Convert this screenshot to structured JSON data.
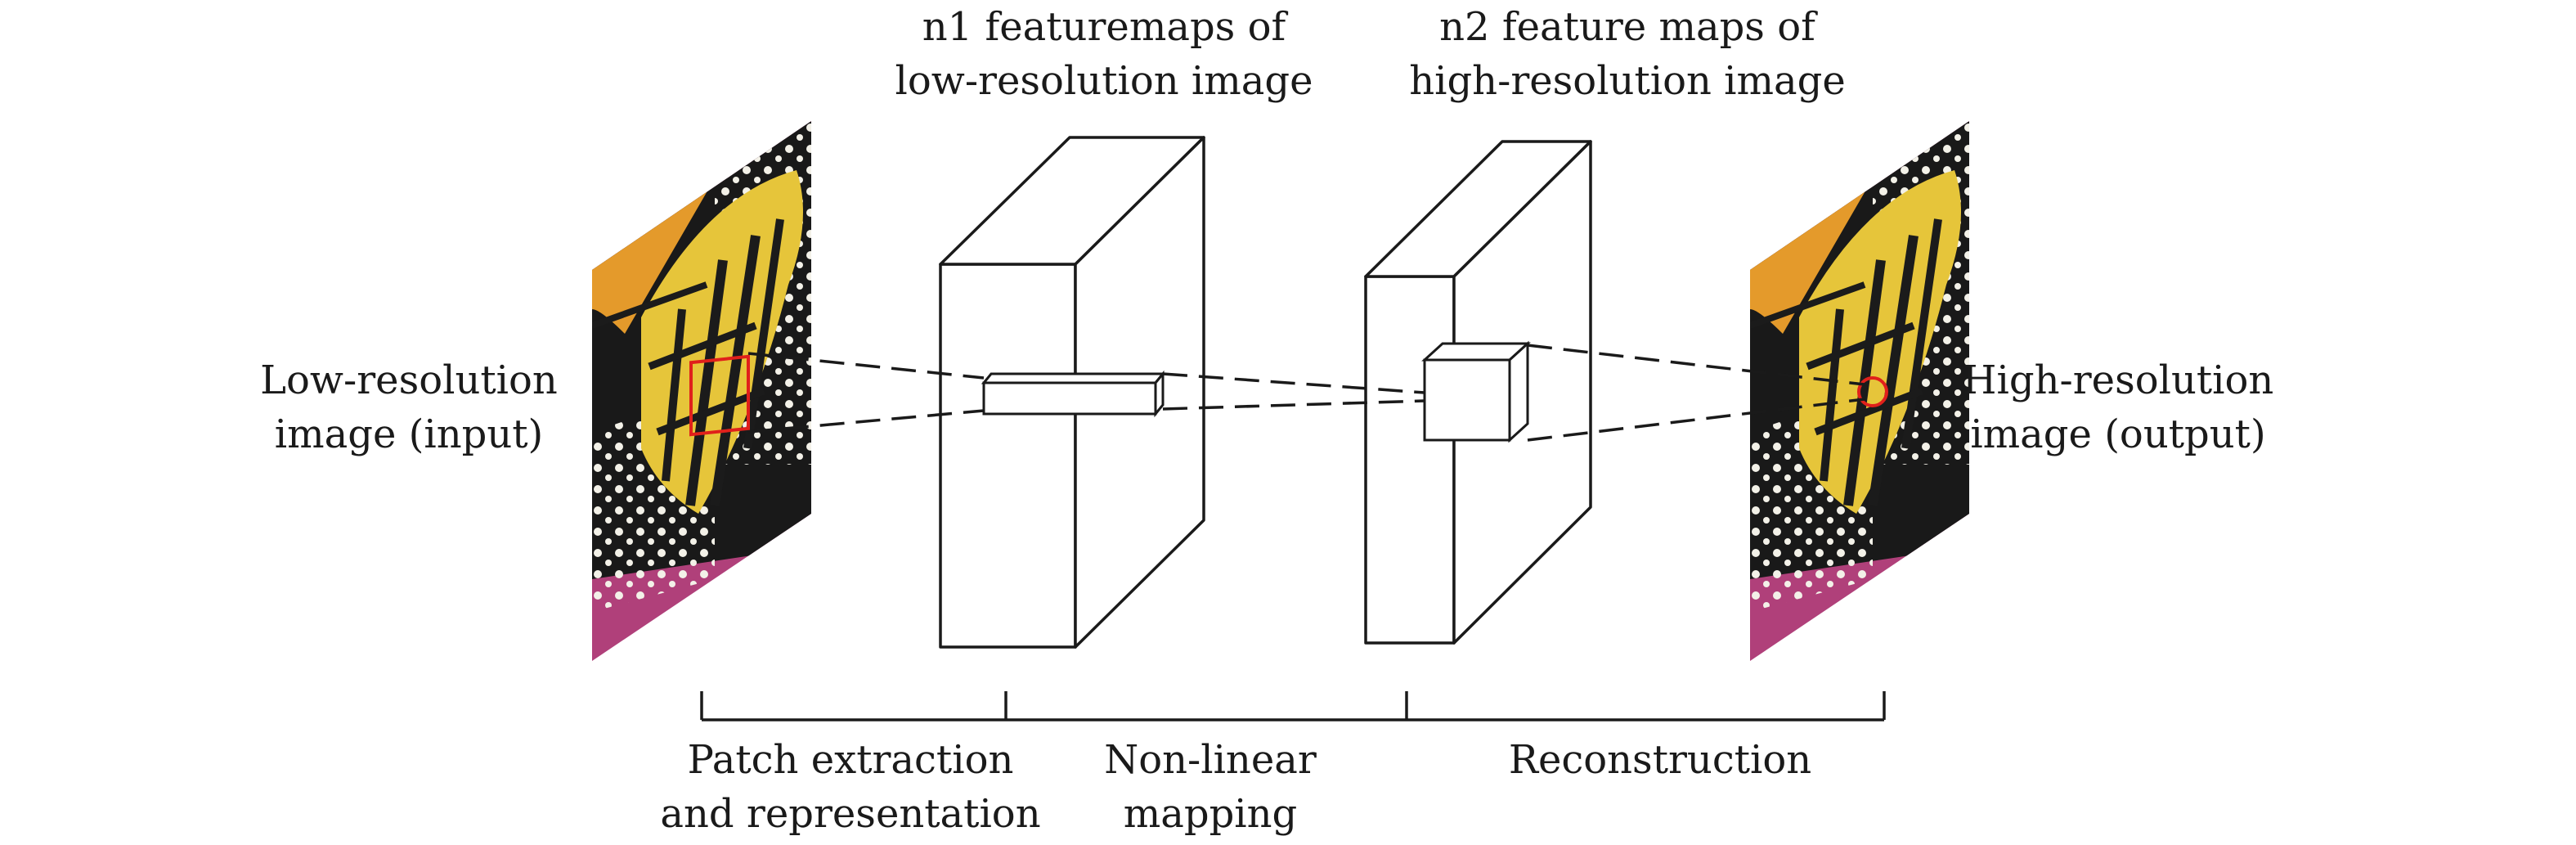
{
  "labels": {
    "input": [
      "Low-resolution",
      "image (input)"
    ],
    "output": [
      "High-resolution",
      "image (output)"
    ],
    "n1": [
      "n1 featuremaps of",
      "low-resolution image"
    ],
    "n2": [
      "n2 feature maps of",
      "high-resolution image"
    ],
    "stage_1": [
      "Patch extraction",
      "and representation"
    ],
    "stage_2": [
      "Non-linear",
      "mapping"
    ],
    "stage_3": [
      "Reconstruction"
    ]
  },
  "colors": {
    "line": "#1a1a1a",
    "highlight": "#e0201b",
    "wing_yellow": "#e6c53a",
    "wing_orange": "#e49a2b",
    "vein_black": "#1b1b1b",
    "flower_pink": "#b0407a"
  }
}
